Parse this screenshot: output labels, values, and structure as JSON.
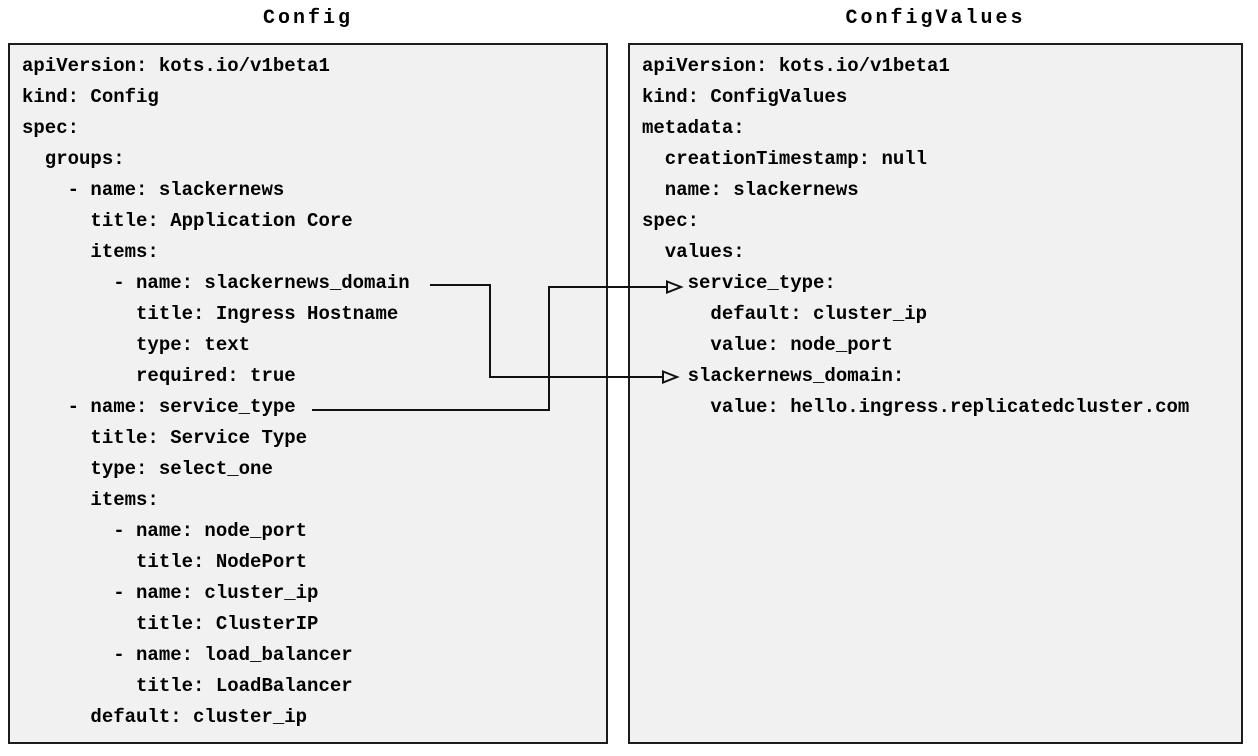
{
  "diagram": {
    "left_panel": {
      "title": "Config",
      "lines": [
        "apiVersion: kots.io/v1beta1",
        "kind: Config",
        "spec:",
        "  groups:",
        "    - name: slackernews",
        "      title: Application Core",
        "      items:",
        "        - name: slackernews_domain",
        "          title: Ingress Hostname",
        "          type: text",
        "          required: true",
        "    - name: service_type",
        "      title: Service Type",
        "      type: select_one",
        "      items:",
        "        - name: node_port",
        "          title: NodePort",
        "        - name: cluster_ip",
        "          title: ClusterIP",
        "        - name: load_balancer",
        "          title: LoadBalancer",
        "      default: cluster_ip"
      ]
    },
    "right_panel": {
      "title": "ConfigValues",
      "lines": [
        "apiVersion: kots.io/v1beta1",
        "kind: ConfigValues",
        "metadata:",
        "  creationTimestamp: null",
        "  name: slackernews",
        "spec:",
        "  values:",
        "    service_type:",
        "      default: cluster_ip",
        "      value: node_port",
        "    slackernews_domain:",
        "      value: hello.ingress.replicatedcluster.com"
      ]
    },
    "connectors": [
      {
        "from": "Config items: slackernews_domain",
        "to": "ConfigValues values: slackernews_domain"
      },
      {
        "from": "Config items: service_type",
        "to": "ConfigValues values: service_type"
      }
    ],
    "colors": {
      "page_bg": "#ffffff",
      "panel_bg": "#f1f1f1",
      "panel_border": "#1c1c1c",
      "connector_line": "#111111",
      "text": "#000000"
    }
  }
}
